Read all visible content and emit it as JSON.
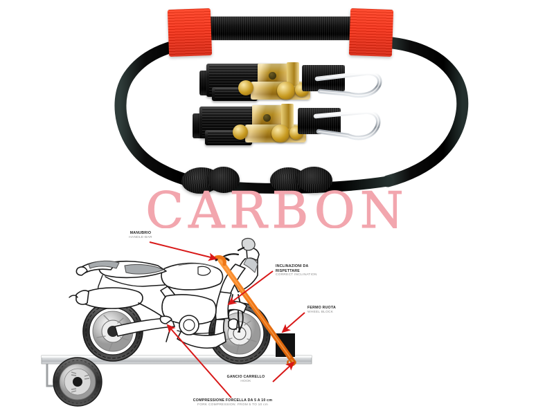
{
  "watermark": {
    "text": "CARBON",
    "color": "#f2a6ae"
  },
  "product": {
    "name": "motorcycle-ratchet-tie-down-strap-set",
    "colors": {
      "webbing": "#0d0d0d",
      "pad": "#f52a10",
      "ratchet_body": "#d9a828",
      "ratchet_handle": "#141414",
      "hook_chrome": "#c8ccd2"
    },
    "parts": [
      {
        "name": "red-padded-sleeve-left"
      },
      {
        "name": "red-padded-sleeve-right"
      },
      {
        "name": "ratchet-assembly-top"
      },
      {
        "name": "ratchet-assembly-bottom"
      },
      {
        "name": "s-hook-top"
      },
      {
        "name": "s-hook-bottom"
      },
      {
        "name": "coiled-webbing-left"
      },
      {
        "name": "coiled-webbing-right"
      },
      {
        "name": "black-webbing-loop"
      }
    ]
  },
  "diagram": {
    "name": "motorcycle-trailer-tie-down-instruction",
    "colors": {
      "strap": "#f07818",
      "arrow": "#d81818",
      "outline": "#1a1a1a",
      "trailer": "#c9ccce",
      "wheel_block": "#111111"
    },
    "labels": [
      {
        "id": "handlebar",
        "it": "MANUBRIO",
        "en": "HANDLE-BAR"
      },
      {
        "id": "inclination",
        "it": "INCLINAZIONI DA",
        "it2": "RISPETTARE",
        "en": "CORRECT  INCLINATION"
      },
      {
        "id": "wheel-block",
        "it": "FERMO RUOTA",
        "en": "WHEEL BLOCK"
      },
      {
        "id": "fork-compression",
        "it": "COMPRESSIONE FORCELLA DA 5 A 10 cm",
        "en": "FORK COMPRESSION: FROM 5 TO 10 cm"
      },
      {
        "id": "trailer-hook",
        "it": "GANCIO CARRELLO",
        "en": "HOOK"
      }
    ]
  }
}
